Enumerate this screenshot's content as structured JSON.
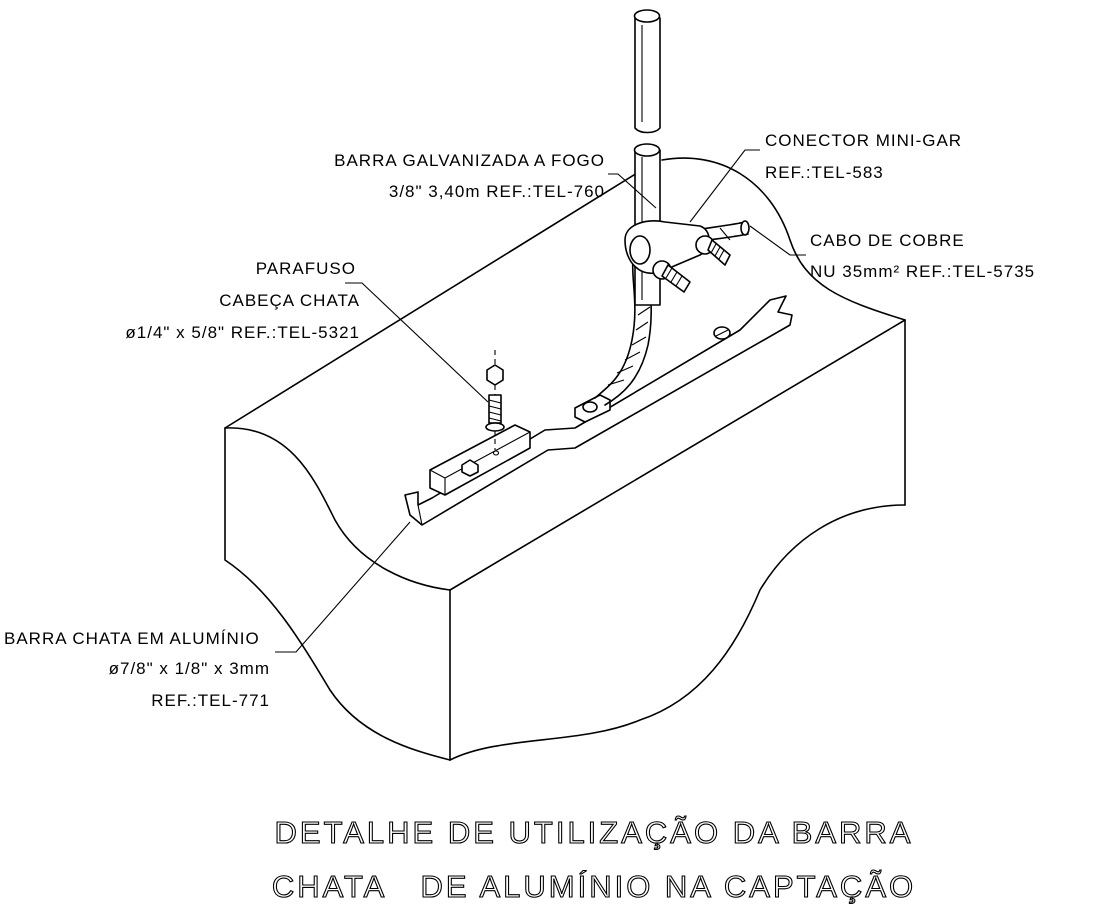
{
  "labels": {
    "rod": {
      "line1": "BARRA GALVANIZADA A FOGO",
      "line2": "3/8\" 3,40m REF.:TEL-760"
    },
    "connector": {
      "line1": "CONECTOR MINI-GAR",
      "line2": "REF.:TEL-583"
    },
    "cable": {
      "line1": "CABO DE COBRE",
      "line2": "NU 35mm² REF.:TEL-5735"
    },
    "screw": {
      "line1": "PARAFUSO",
      "line2": "CABEÇA CHATA",
      "line3": "ø1/4\" x 5/8\" REF.:TEL-5321"
    },
    "flat_bar": {
      "line1": "BARRA CHATA EM ALUMÍNIO",
      "line2": "ø7/8\" x 1/8\" x 3mm",
      "line3": "REF.:TEL-771"
    }
  },
  "title": {
    "line1": "DETALHE DE UTILIZAÇÃO DA BARRA",
    "line2": "CHATA   DE ALUMÍNIO NA CAPTAÇÃO"
  }
}
